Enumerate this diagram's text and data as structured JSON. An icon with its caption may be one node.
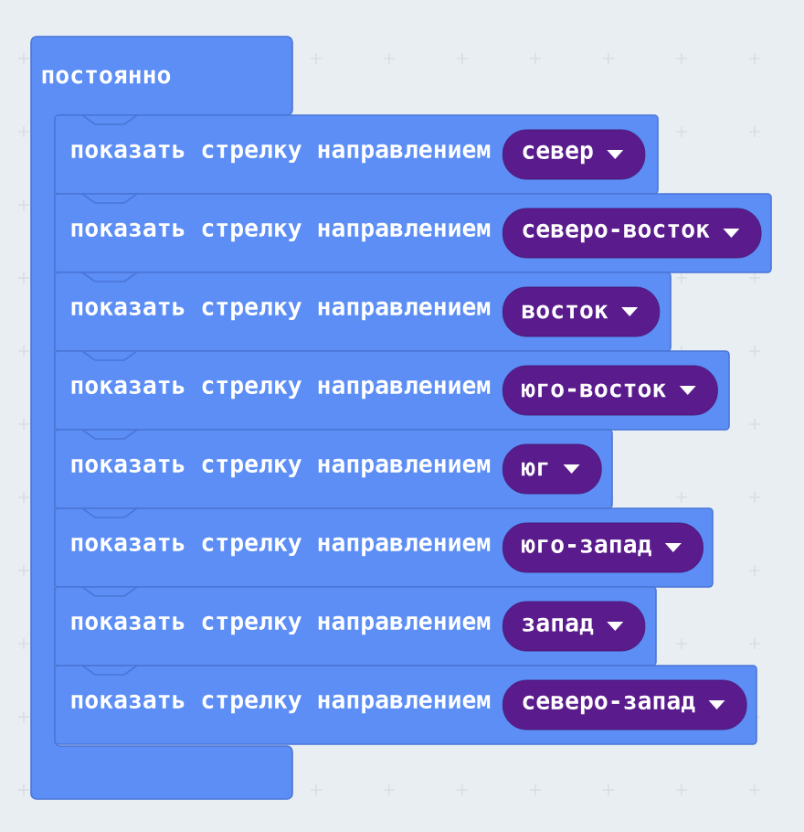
{
  "diagram": {
    "nodes": [
      {
        "text": [
          "постоянно"
        ]
      },
      {
        "text": [
          "показать стрелку направлением"
        ]
      },
      {
        "text": [
          "север"
        ],
        "in": 1
      },
      {
        "text": [
          "показать стрелку направлением"
        ]
      },
      {
        "text": [
          "северо-восток"
        ],
        "in": 3
      },
      {
        "text": [
          "показать стрелку направлением"
        ]
      },
      {
        "text": [
          "восток"
        ],
        "in": 5
      },
      {
        "text": [
          "показать стрелку направлением"
        ]
      },
      {
        "text": [
          "юго-восток"
        ],
        "in": 7
      },
      {
        "text": [
          "показать стрелку направлением"
        ]
      },
      {
        "text": [
          "юг"
        ],
        "in": 9
      },
      {
        "text": [
          "показать стрелку направлением"
        ]
      },
      {
        "text": [
          "юго-запад"
        ],
        "in": 11
      },
      {
        "text": [
          "показать стрелку направлением"
        ]
      },
      {
        "text": [
          "запад"
        ],
        "in": 13
      },
      {
        "text": [
          "показать стрелку направлением"
        ]
      },
      {
        "text": [
          "северо-запад"
        ],
        "in": 15
      }
    ]
  }
}
